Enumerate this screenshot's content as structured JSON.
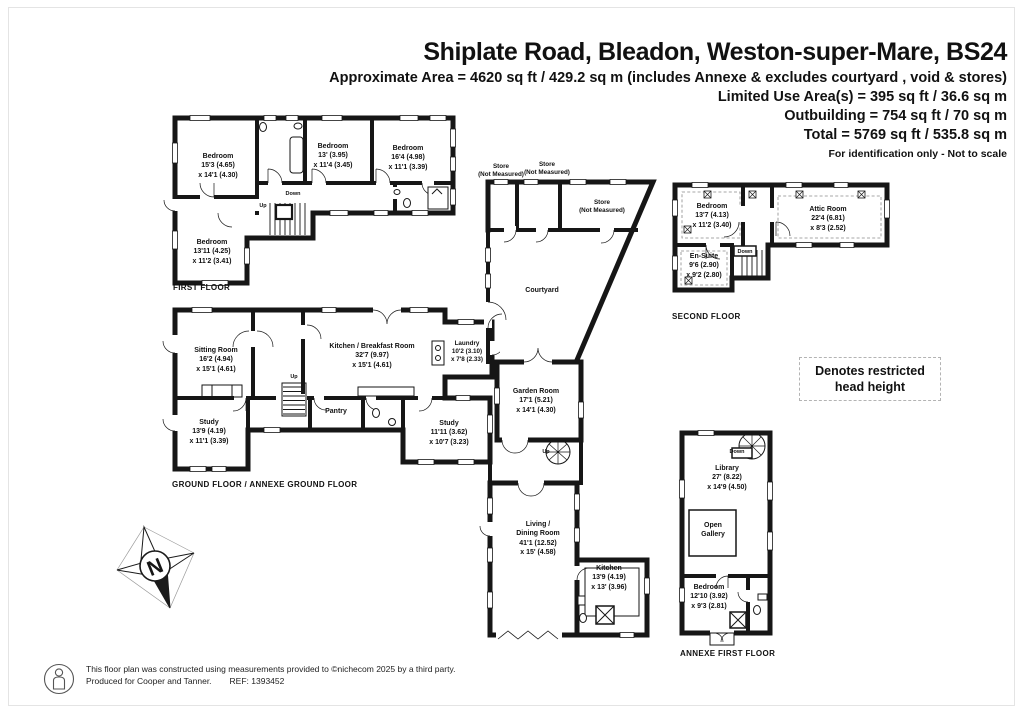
{
  "header": {
    "title": "Shiplate Road, Bleadon, Weston-super-Mare, BS24",
    "approx_area": "Approximate Area = 4620 sq ft / 429.2 sq m (includes Annexe & excludes courtyard , void & stores)",
    "limited_use": "Limited Use Area(s) = 395 sq ft / 36.6 sq m",
    "outbuilding": "Outbuilding = 754 sq ft / 70 sq m",
    "total": "Total = 5769 sq ft / 535.8 sq m",
    "disclaimer": "For identification only - Not to scale"
  },
  "legend": {
    "line1": "Denotes restricted",
    "line2": "head height"
  },
  "compass": {
    "north": "N"
  },
  "colors": {
    "wall": "#161616",
    "paper": "#ffffff"
  },
  "floors": {
    "first": {
      "caption": "FIRST FLOOR",
      "up": "Up",
      "down": "Down",
      "bedroom_nw": {
        "name": "Bedroom",
        "d1": "15'3 (4.65)",
        "d2": "x 14'1 (4.30)"
      },
      "bedroom_n": {
        "name": "Bedroom",
        "d1": "13' (3.95)",
        "d2": "x 11'4 (3.45)"
      },
      "bedroom_ne": {
        "name": "Bedroom",
        "d1": "16'4 (4.98)",
        "d2": "x 11'1 (3.39)"
      },
      "bedroom_sw": {
        "name": "Bedroom",
        "d1": "13'11 (4.25)",
        "d2": "x 11'2 (3.41)"
      }
    },
    "second": {
      "caption": "SECOND FLOOR",
      "down": "Down",
      "bedroom": {
        "name": "Bedroom",
        "d1": "13'7 (4.13)",
        "d2": "x 11'2 (3.40)"
      },
      "attic": {
        "name": "Attic Room",
        "d1": "22'4 (6.81)",
        "d2": "x 8'3 (2.52)"
      },
      "ensuite": {
        "name": "En-Suite",
        "d1": "9'6 (2.90)",
        "d2": "x 9'2 (2.80)"
      }
    },
    "ground": {
      "caption": "GROUND FLOOR / ANNEXE GROUND FLOOR",
      "up": "Up",
      "sitting": {
        "name": "Sitting Room",
        "d1": "16'2 (4.94)",
        "d2": "x 15'1 (4.61)"
      },
      "kitchen_breakfast": {
        "name": "Kitchen / Breakfast Room",
        "d1": "32'7 (9.97)",
        "d2": "x 15'1 (4.61)"
      },
      "laundry": {
        "name": "Laundry",
        "d1": "10'2 (3.10)",
        "d2": "x 7'8 (2.33)"
      },
      "study_w": {
        "name": "Study",
        "d1": "13'9 (4.19)",
        "d2": "x 11'1 (3.39)"
      },
      "pantry": {
        "name": "Pantry"
      },
      "study_e": {
        "name": "Study",
        "d1": "11'11 (3.62)",
        "d2": "x 10'7 (3.23)"
      }
    },
    "courtyard_wing": {
      "up": "Up",
      "store1": {
        "name": "Store",
        "d1": "(Not Measured)"
      },
      "store2": {
        "name": "Store",
        "d1": "(Not Measured)"
      },
      "store3": {
        "name": "Store",
        "d1": "(Not Measured)"
      },
      "courtyard": "Courtyard",
      "garden": {
        "name": "Garden Room",
        "d1": "17'1 (5.21)",
        "d2": "x 14'1 (4.30)"
      },
      "living": {
        "name": "Living /",
        "name2": "Dining Room",
        "d1": "41'1 (12.52)",
        "d2": "x 15' (4.58)"
      },
      "kitchen": {
        "name": "Kitchen",
        "d1": "13'9 (4.19)",
        "d2": "x 13' (3.96)"
      }
    },
    "annexe_first": {
      "caption": "ANNEXE FIRST FLOOR",
      "down": "Down",
      "library": {
        "name": "Library",
        "d1": "27' (8.22)",
        "d2": "x 14'9 (4.50)"
      },
      "open_gallery": {
        "name": "Open",
        "name2": "Gallery"
      },
      "bedroom": {
        "name": "Bedroom",
        "d1": "12'10 (3.92)",
        "d2": "x 9'3 (2.81)"
      }
    }
  },
  "footer": {
    "line1": "This floor plan was constructed using measurements provided to ©nichecom 2025 by a third party.",
    "line2": "Produced for Cooper and Tanner.",
    "ref": "REF: 1393452"
  }
}
